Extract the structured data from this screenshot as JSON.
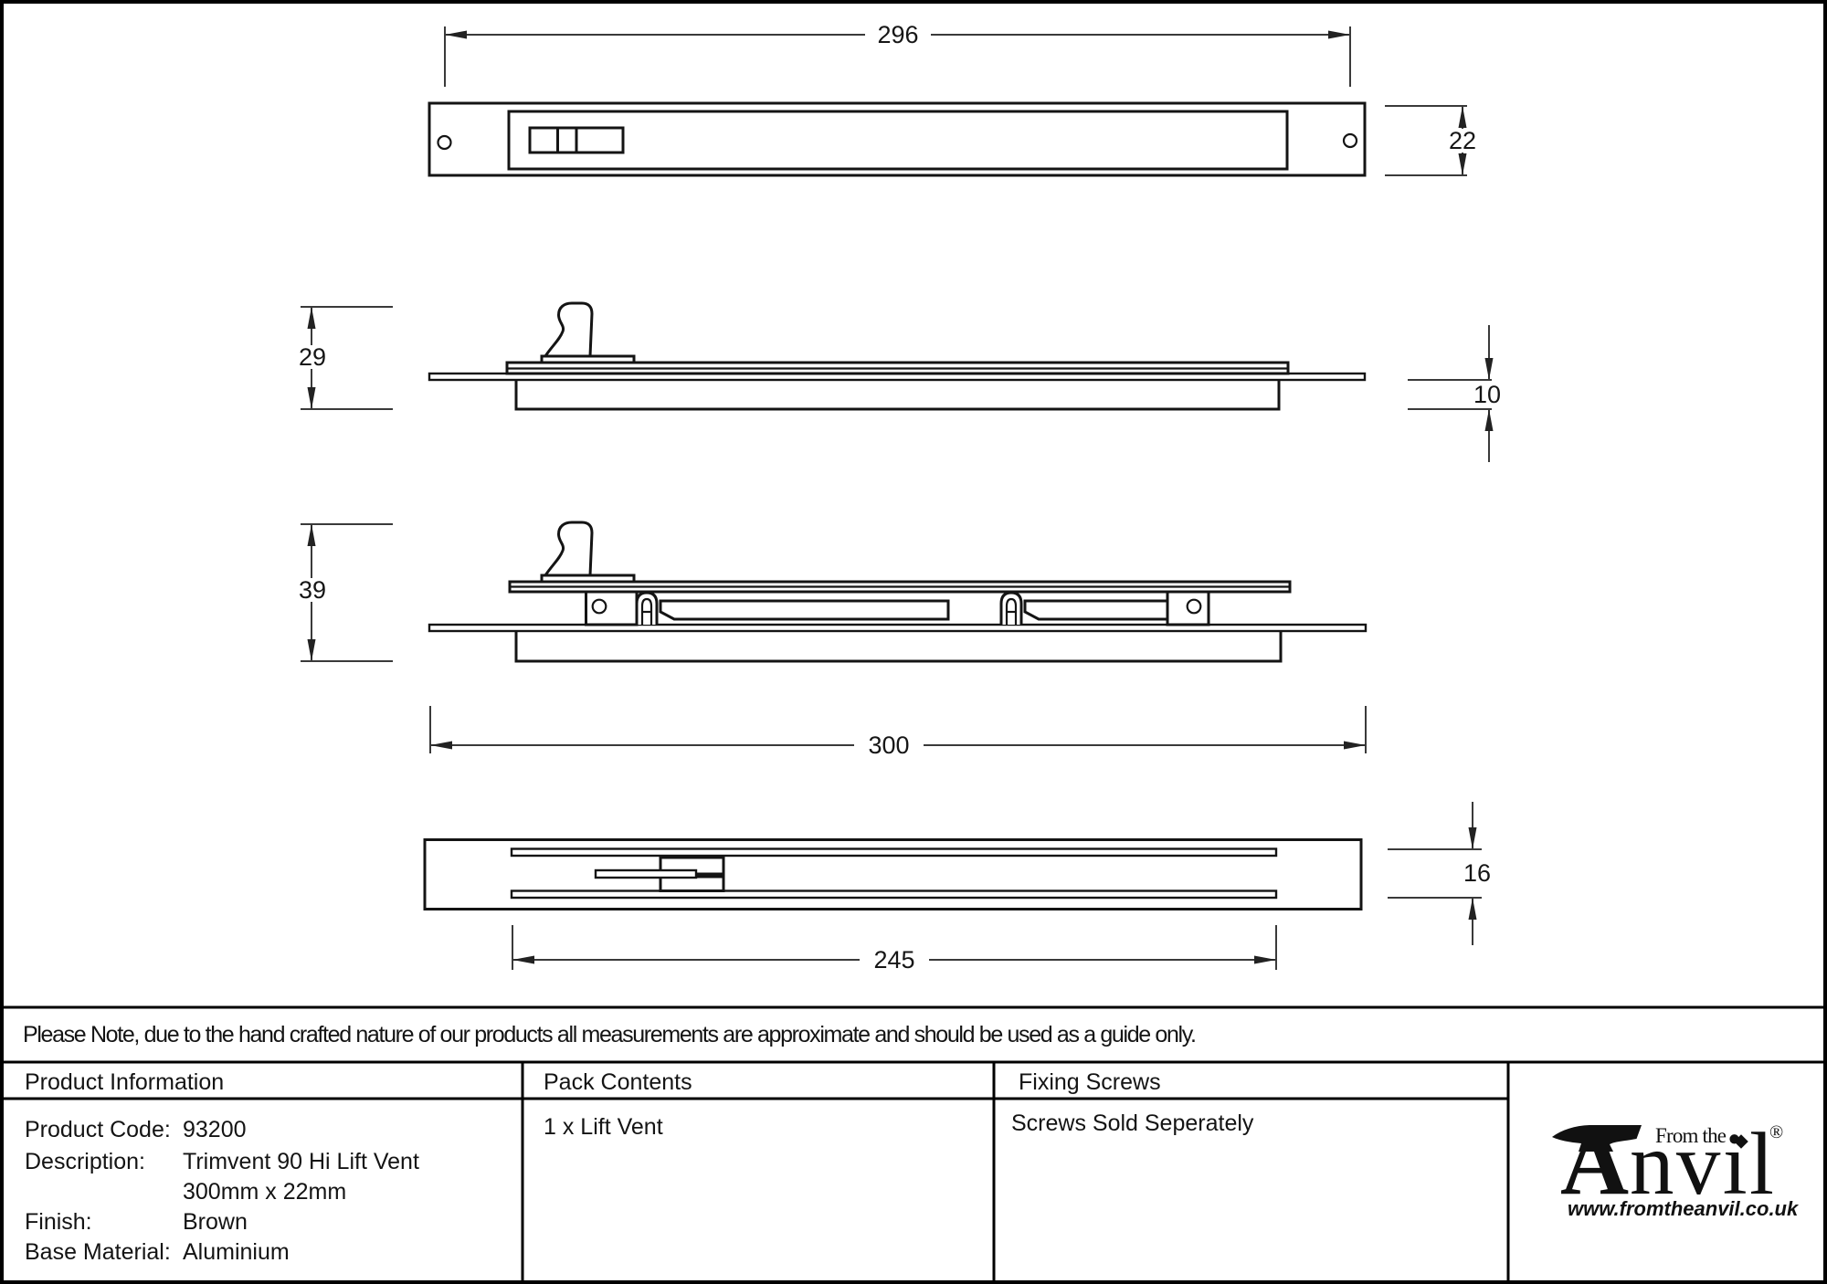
{
  "drawing": {
    "dims": {
      "top_width": "296",
      "top_height": "22",
      "closed_height": "29",
      "frame_depth": "10",
      "open_height": "39",
      "overall_length": "300",
      "slot_height": "16",
      "slot_length": "245"
    }
  },
  "note": "Please Note, due to the hand crafted nature of our products all measurements are approximate and should be used as a guide only.",
  "table": {
    "product_info": {
      "header": "Product Information",
      "rows": [
        {
          "label": "Product Code:",
          "value": "93200"
        },
        {
          "label": "Description:",
          "value": "Trimvent 90 Hi Lift Vent",
          "value2": "300mm x 22mm"
        },
        {
          "label": "Finish:",
          "value": "Brown"
        },
        {
          "label": "Base Material:",
          "value": "Aluminium"
        }
      ]
    },
    "pack_contents": {
      "header": "Pack Contents",
      "value": "1 x Lift Vent"
    },
    "fixing_screws": {
      "header": "Fixing Screws",
      "value": "Screws Sold Seperately"
    }
  },
  "logo": {
    "brand_prefix": "From the",
    "brand_a": "A",
    "brand_rest": "nvil",
    "registered": "®",
    "url": "www.fromtheanvil.co.uk"
  }
}
